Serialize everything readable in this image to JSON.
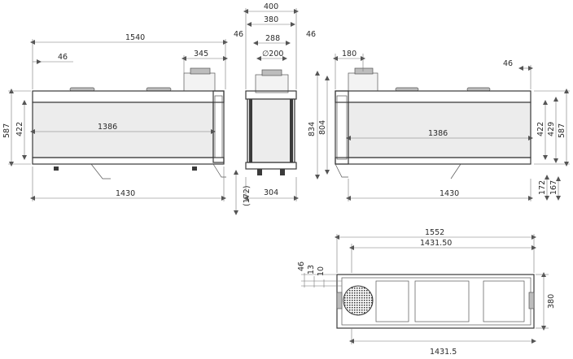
{
  "views": {
    "front_left": {
      "dims": {
        "overall_width_top": "1540",
        "flue_offset_left": "46",
        "flue_distance": "345",
        "glass_width": "1386",
        "bottom_width": "1430",
        "height_total": "587",
        "glass_height": "422",
        "foot_height": "172"
      }
    },
    "side": {
      "dims": {
        "outer_depth": "400",
        "depth": "380",
        "margin_left": "46",
        "margin_right": "46",
        "inner_width": "288",
        "flue_diameter": "∅200",
        "base_depth": "304"
      }
    },
    "front_right": {
      "dims": {
        "flue_offset": "180",
        "right_offset": "46",
        "height_834": "834",
        "height_804": "804",
        "glass_width": "1386",
        "bottom_width": "1430",
        "glass_height": "422",
        "height_429": "429",
        "height_587": "587",
        "foot_172": "172",
        "foot_167": "167"
      }
    },
    "top_view": {
      "dims": {
        "overall_length": "1552",
        "inner_length": "1431.50",
        "bottom_length": "1431.5",
        "depth": "380",
        "offset_46": "46",
        "offset_13": "13",
        "offset_10": "10"
      }
    }
  }
}
